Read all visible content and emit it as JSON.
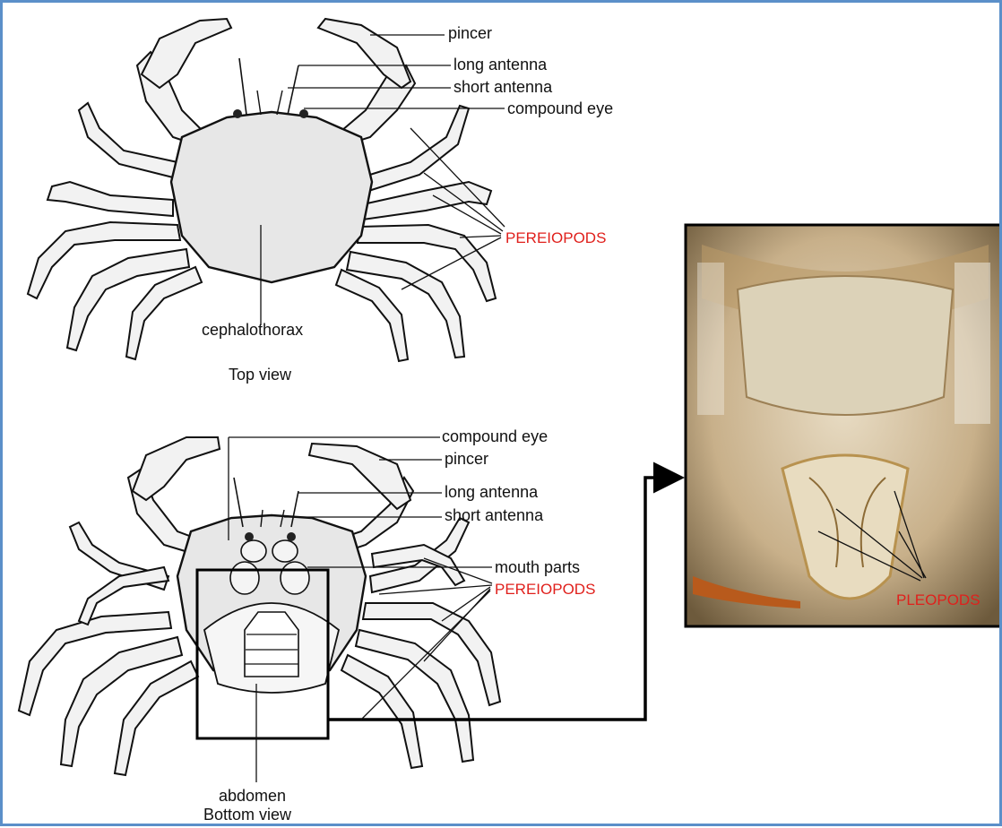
{
  "top_view": {
    "caption": "Top view",
    "labels": {
      "pincer": "pincer",
      "long_antenna": "long antenna",
      "short_antenna": "short antenna",
      "compound_eye": "compound eye",
      "pereiopods": "PEREIOPODS",
      "cephalothorax": "cephalothorax"
    }
  },
  "bottom_view": {
    "caption": "Bottom view",
    "labels": {
      "compound_eye": "compound eye",
      "pincer": "pincer",
      "long_antenna": "long antenna",
      "short_antenna": "short antenna",
      "mouth_parts": "mouth parts",
      "pereiopods": "PEREIOPODS",
      "abdomen": "abdomen"
    }
  },
  "photo": {
    "label": "PLEOPODS"
  },
  "colors": {
    "frame": "#5b8fc9",
    "red_label": "#e0201c",
    "photo_bg": "#c8b08a"
  }
}
